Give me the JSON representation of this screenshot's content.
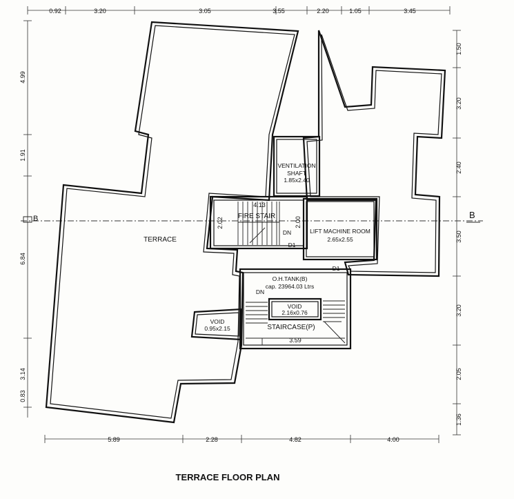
{
  "title": "TERRACE FLOOR PLAN",
  "dimensions": {
    "top": [
      "0.92",
      "3.20",
      "3.05",
      "3.55",
      "2.20",
      "1.05",
      "3.45"
    ],
    "bottom": [
      "5.89",
      "2.28",
      "4.82",
      "4.00"
    ],
    "left": [
      "4.99",
      "1.91",
      "6.84",
      "3.14",
      "0.83"
    ],
    "right": [
      "1.50",
      "3.20",
      "2.40",
      "3.50",
      "3.20",
      "2.05",
      "1.36"
    ]
  },
  "axis": {
    "left": "B",
    "right": "B"
  },
  "rooms": {
    "terrace": "TERRACE",
    "ventilation_line1": "VENTILATION",
    "ventilation_line2": "SHAFT",
    "ventilation_size": "1.85x2.40",
    "fire_stair": "FIRE STAIR",
    "fire_stair_width": "2.02",
    "fire_stair_depth": "2.00",
    "fire_stair_top": "4.13",
    "fire_stair_dn": "DN",
    "lift_room": "LIFT MACHINE ROOM",
    "lift_room_size": "2.65x2.55",
    "tank": "O.H.TANK(B)",
    "tank_cap": "cap. 23964.03 Ltrs",
    "void_center": "VOID",
    "void_center_size": "2.16x0.76",
    "void_left": "VOID",
    "void_left_size": "0.95x2.15",
    "staircase": "STAIRCASE(P)",
    "staircase_dn": "DN",
    "staircase_dim": "3.59",
    "d1_a": "D1",
    "d1_b": "D1"
  }
}
